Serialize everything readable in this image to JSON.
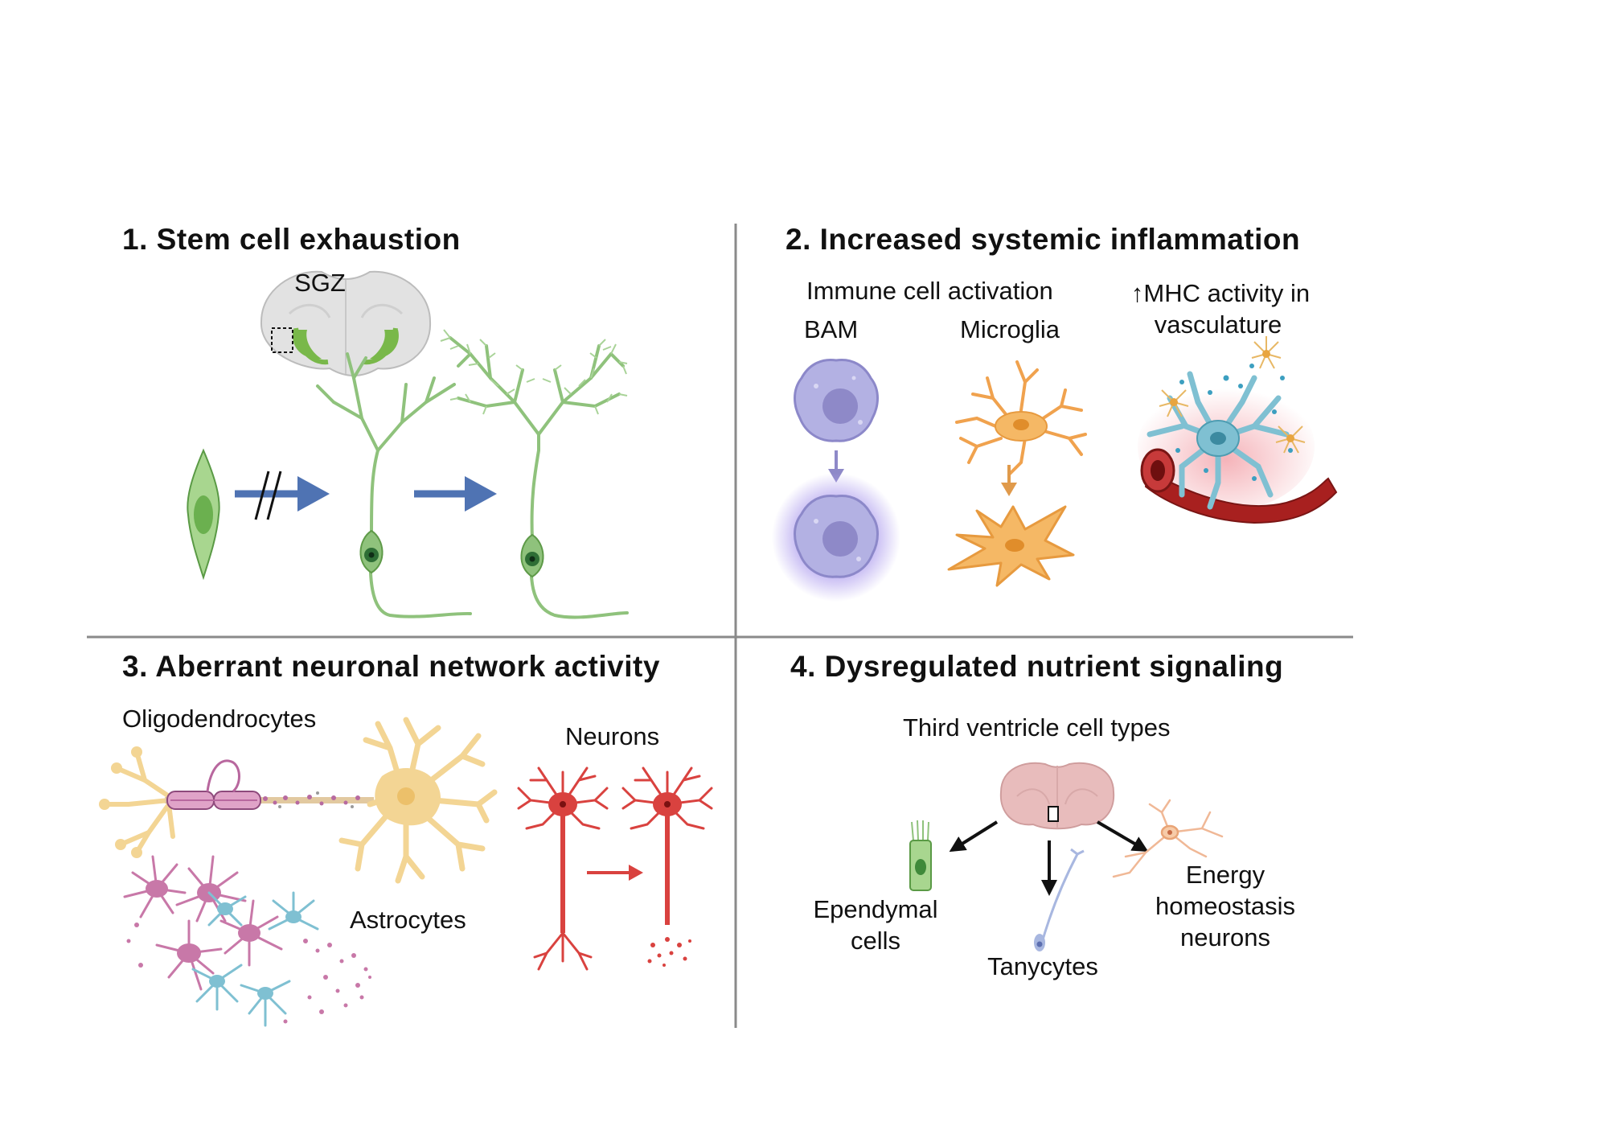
{
  "panel1": {
    "title": "1.  Stem cell exhaustion",
    "region_label": "SGZ"
  },
  "panel2": {
    "title": "2. Increased systemic inflammation",
    "immune_heading": "Immune cell activation",
    "bam_label": "BAM",
    "microglia_label": "Microglia",
    "mhc_label_line1": "↑MHC activity in",
    "mhc_label_line2": "vasculature"
  },
  "panel3": {
    "title": "3. Aberrant neuronal network activity",
    "oligo_label": "Oligodendrocytes",
    "astro_label": "Astrocytes",
    "neurons_label": "Neurons"
  },
  "panel4": {
    "title": "4. Dysregulated nutrient signaling",
    "heading": "Third ventricle cell types",
    "ependymal_line1": "Ependymal",
    "ependymal_line2": "cells",
    "tanycytes_label": "Tanycytes",
    "energy_line1": "Energy",
    "energy_line2": "homeostasis",
    "energy_line3": "neurons"
  },
  "icons": [
    "brain-section-icon",
    "neural-stem-cell-icon",
    "blocked-arrow-icon",
    "immature-neuron-icon",
    "mature-neuron-icon",
    "macrophage-icon",
    "activated-macrophage-icon",
    "microglia-icon",
    "activated-microglia-icon",
    "blood-vessel-icon",
    "oligodendrocyte-icon",
    "astrocyte-icon",
    "neuron-icon",
    "degenerating-neuron-icon",
    "ependymal-cell-icon",
    "tanycyte-icon",
    "hypothalamic-neuron-icon"
  ],
  "colors": {
    "stem_green": "#7fbf6a",
    "arrow_blue": "#4f73b3",
    "bam_purple": "#a9a6dc",
    "microglia_orange": "#f5b865",
    "vessel_red": "#a8201f",
    "astro_blue": "#7fc0d2",
    "oligo_yellow": "#f3d594",
    "myelin_pink": "#c878a8",
    "neuron_red": "#d9423f",
    "brain_pink": "#e8bcbc",
    "divider": "#8a8a8a"
  }
}
